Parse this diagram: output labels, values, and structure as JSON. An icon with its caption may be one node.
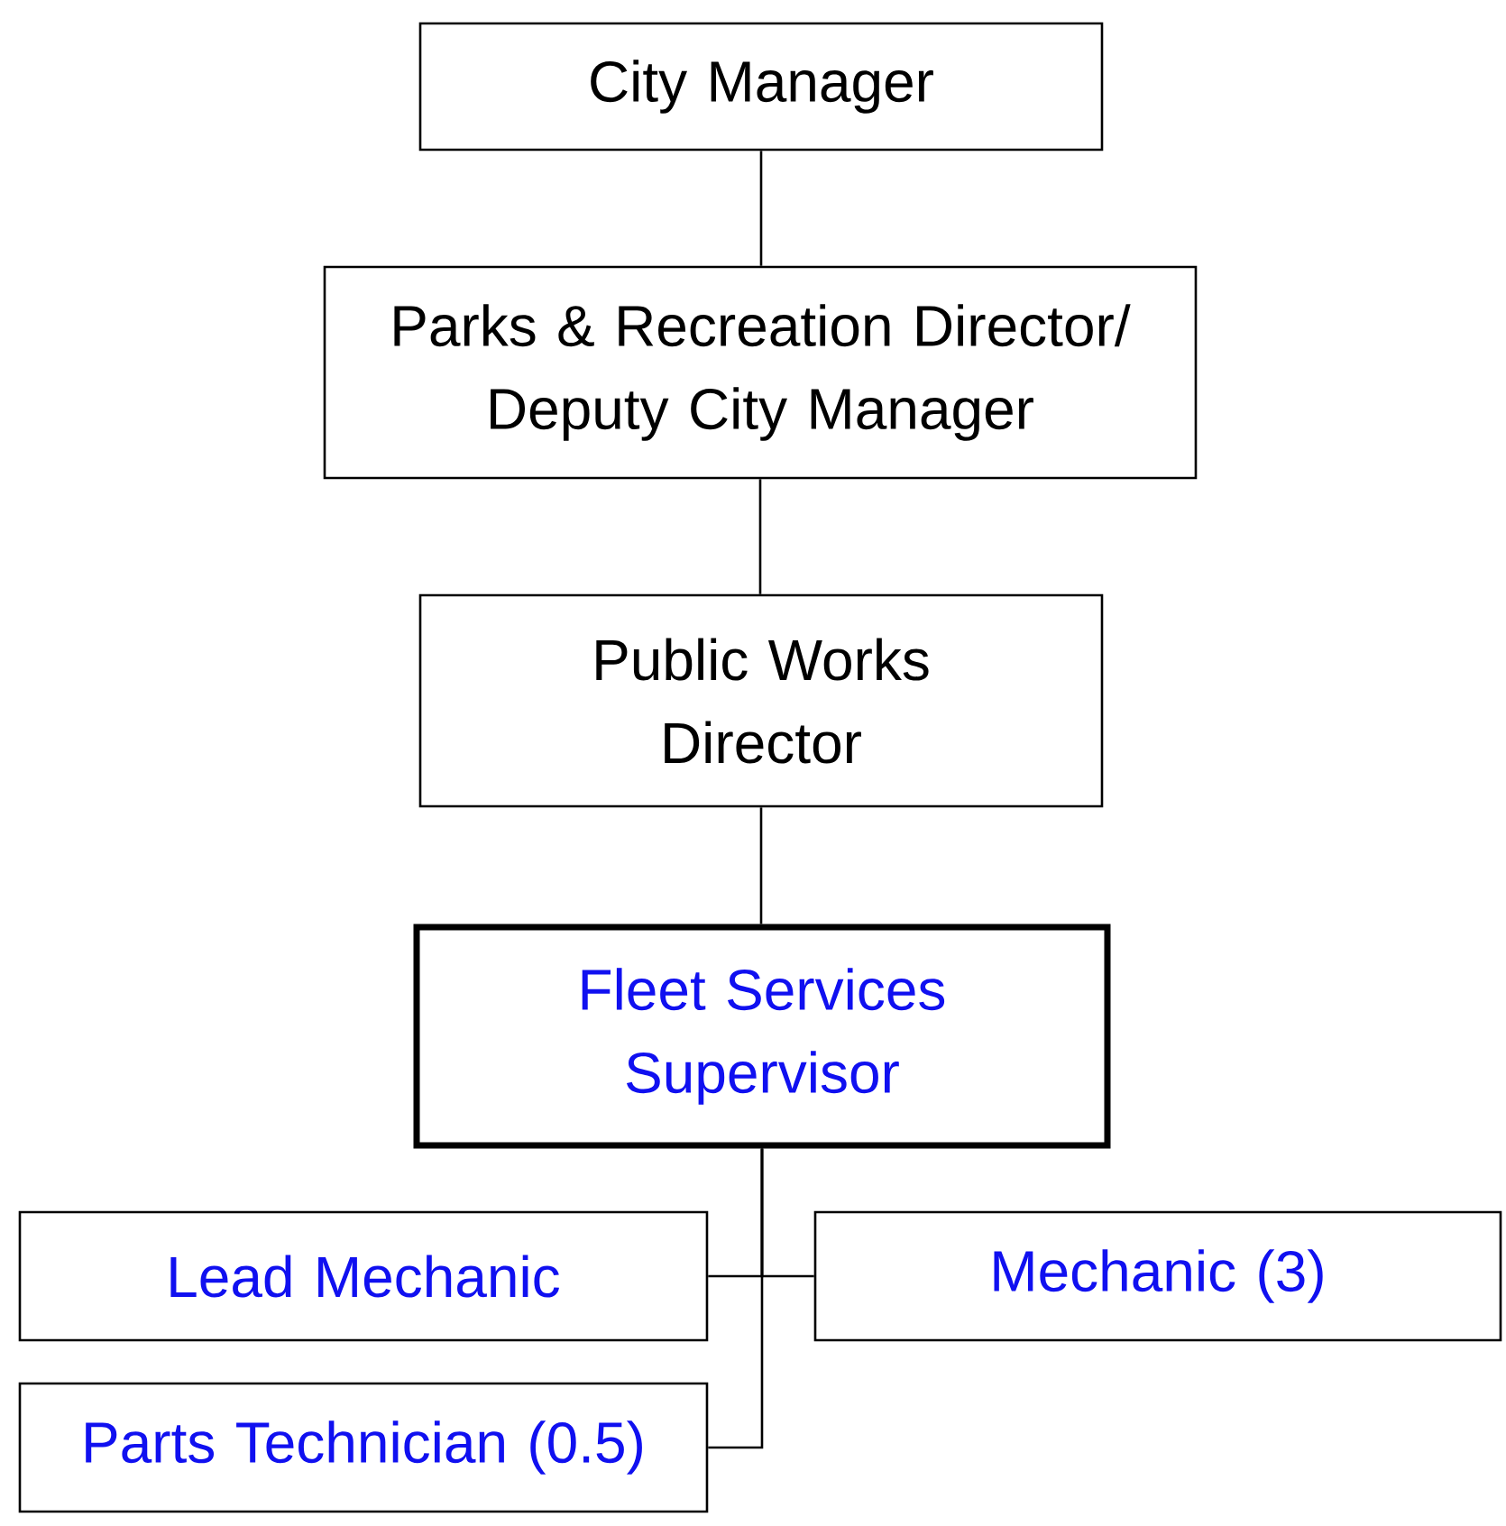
{
  "diagram": {
    "nodes": [
      {
        "text": [
          "City Manager"
        ]
      },
      {
        "text": [
          "Parks & Recreation Director/ Deputy City Manager"
        ]
      },
      {
        "text": [
          "Public Works Director"
        ]
      },
      {
        "text": [
          "Fleet Services Supervisor"
        ]
      },
      {
        "text": [
          "Lead Mechanic"
        ]
      },
      {
        "text": [
          "Mechanic (3)"
        ]
      },
      {
        "text": [
          "Parts Technician (0.5)"
        ]
      }
    ],
    "edges": [
      {
        "from": 0,
        "to": 1,
        "arrow": "none"
      },
      {
        "from": 1,
        "to": 2,
        "arrow": "none"
      },
      {
        "from": 2,
        "to": 3,
        "arrow": "none"
      },
      {
        "from": 3,
        "to": 4,
        "arrow": "none"
      },
      {
        "from": 3,
        "to": 5,
        "arrow": "none"
      },
      {
        "from": 3,
        "to": 6,
        "arrow": "none"
      }
    ]
  }
}
